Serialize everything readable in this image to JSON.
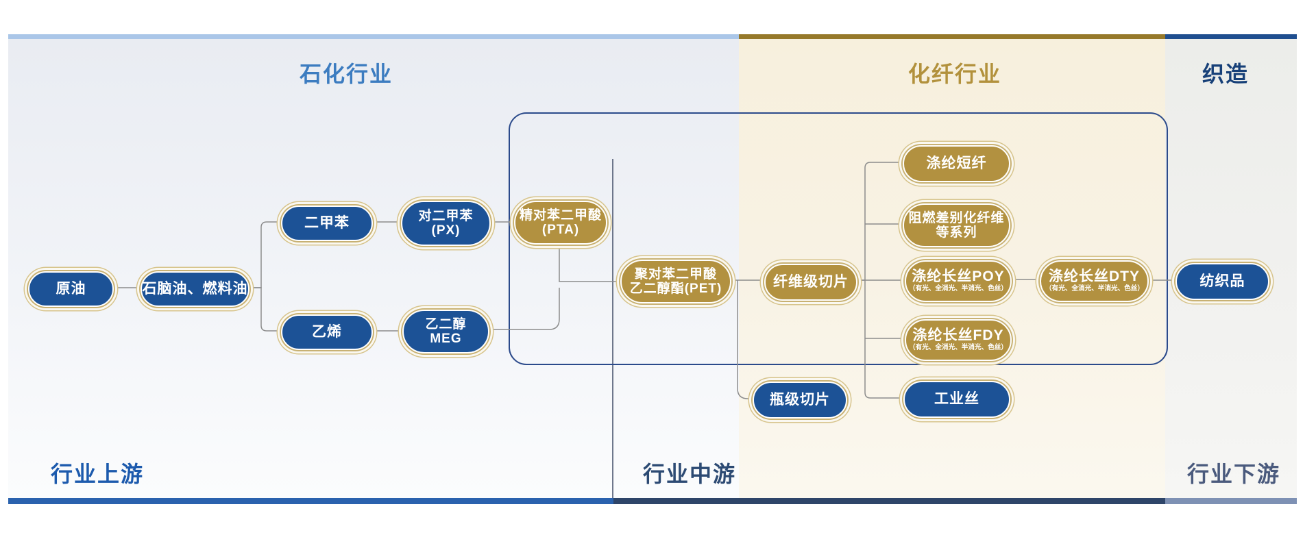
{
  "titles": {
    "section_petrochemical": "石化行业",
    "section_chemfiber": "化纤行业",
    "section_weaving": "织造",
    "stage_upstream": "行业上游",
    "stage_midstream": "行业中游",
    "stage_downstream": "行业下游"
  },
  "colors": {
    "bar_petrochemical": "#aac6e8",
    "bar_chemfiber": "#96792a",
    "bar_weaving": "#1f4e8f",
    "header_petrochemical": "#3c7cc0",
    "header_chemfiber": "#b2913c",
    "header_weaving": "#174078",
    "footer_upstream_bar": "#2a62ae",
    "footer_midstream_bar": "#2e4569",
    "footer_downstream_bar": "#7e91b4",
    "footer_upstream_text": "#1c5aad",
    "footer_midstream_text": "#2c4a73",
    "footer_downstream_text": "#4a5a7d",
    "node_blue": "#1c5296",
    "node_gold": "#b29140",
    "connector": "#8c8c8c",
    "chain_box_border": "#2b4a8b"
  },
  "nodes": [
    {
      "id": "crude-oil",
      "label": "原油",
      "type": "blue"
    },
    {
      "id": "naphtha",
      "label": "石脑油、燃料油",
      "type": "blue"
    },
    {
      "id": "xylene",
      "label": "二甲苯",
      "type": "blue"
    },
    {
      "id": "ethylene",
      "label": "乙烯",
      "type": "blue"
    },
    {
      "id": "px",
      "label": "对二甲苯",
      "label2": "(PX)",
      "type": "blue"
    },
    {
      "id": "meg",
      "label": "乙二醇",
      "label2": "MEG",
      "type": "blue"
    },
    {
      "id": "pta",
      "label": "精对苯二甲酸",
      "label2": "(PTA)",
      "type": "gold"
    },
    {
      "id": "pet",
      "label": "聚对苯二甲酸",
      "label2": "乙二醇酯(PET)",
      "type": "gold"
    },
    {
      "id": "fiber-chip",
      "label": "纤维级切片",
      "type": "gold"
    },
    {
      "id": "bottle-chip",
      "label": "瓶级切片",
      "type": "blue"
    },
    {
      "id": "staple",
      "label": "涤纶短纤",
      "type": "gold"
    },
    {
      "id": "flame-retardant",
      "label": "阻燃差别化纤维",
      "label2": "等系列",
      "type": "gold"
    },
    {
      "id": "poy",
      "label": "涤纶长丝POY",
      "sub": "（有光、全消光、半消光、色丝）",
      "type": "gold"
    },
    {
      "id": "fdy",
      "label": "涤纶长丝FDY",
      "sub": "（有光、全消光、半消光、色丝）",
      "type": "gold"
    },
    {
      "id": "industrial-yarn",
      "label": "工业丝",
      "type": "blue"
    },
    {
      "id": "dty",
      "label": "涤纶长丝DTY",
      "sub": "（有光、全消光、半消光、色丝）",
      "type": "gold"
    },
    {
      "id": "textiles",
      "label": "纺织品",
      "type": "blue"
    }
  ],
  "edges": [
    {
      "from": "crude-oil",
      "to": "naphtha"
    },
    {
      "from": "naphtha",
      "to": "xylene"
    },
    {
      "from": "naphtha",
      "to": "ethylene"
    },
    {
      "from": "xylene",
      "to": "px"
    },
    {
      "from": "px",
      "to": "pta"
    },
    {
      "from": "ethylene",
      "to": "meg"
    },
    {
      "from": "pta",
      "to": "pet"
    },
    {
      "from": "meg",
      "to": "pet"
    },
    {
      "from": "pet",
      "to": "fiber-chip"
    },
    {
      "from": "pet",
      "to": "bottle-chip"
    },
    {
      "from": "fiber-chip",
      "to": "staple"
    },
    {
      "from": "fiber-chip",
      "to": "flame-retardant"
    },
    {
      "from": "fiber-chip",
      "to": "poy"
    },
    {
      "from": "fiber-chip",
      "to": "fdy"
    },
    {
      "from": "fiber-chip",
      "to": "industrial-yarn"
    },
    {
      "from": "poy",
      "to": "dty"
    },
    {
      "from": "dty",
      "to": "textiles"
    }
  ]
}
